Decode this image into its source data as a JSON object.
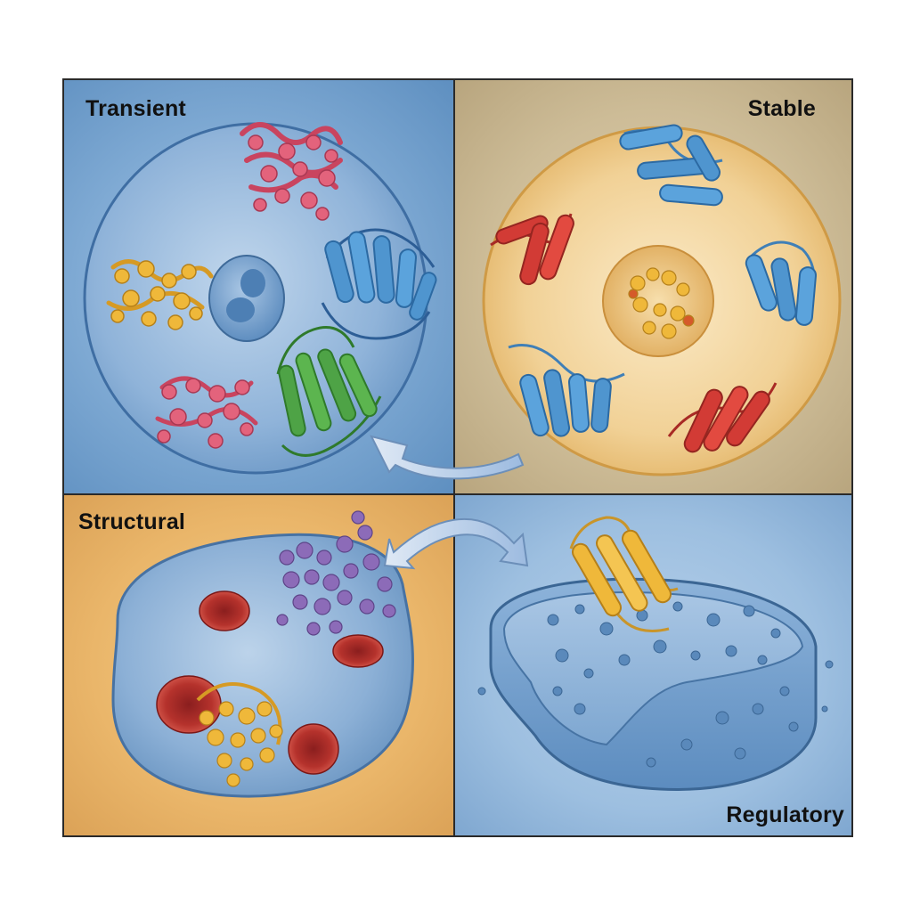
{
  "panels": {
    "transient": {
      "label": "Transient"
    },
    "stable": {
      "label": "Stable"
    },
    "structural": {
      "label": "Structural"
    },
    "regulatory": {
      "label": "Regulatory"
    }
  },
  "colors": {
    "transient_bg": "#7ea9d3",
    "stable_bg": "#cdbc97",
    "structural_bg": "#eab66a",
    "regulatory_bg": "#9dbfe0",
    "protein_pink": "#e3637c",
    "protein_yellow": "#efb83a",
    "protein_blue": "#4f95cf",
    "protein_green": "#4ea346",
    "protein_red": "#d23b35",
    "protein_purple": "#8c6bb8"
  }
}
